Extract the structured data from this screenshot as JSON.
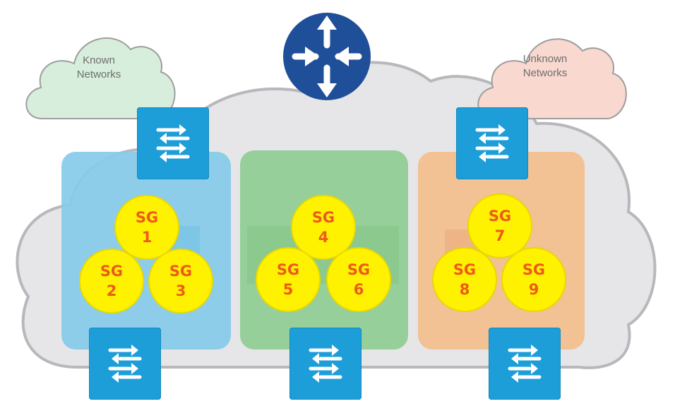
{
  "clouds": {
    "known": {
      "line1": "Known",
      "line2": "Networks",
      "color": "#d6eedb"
    },
    "unknown": {
      "line1": "Unknown",
      "line2": "Networks",
      "color": "#f8d8cf"
    },
    "main_color": "#e6e6e8"
  },
  "router": {
    "icon": "router-icon",
    "color": "#1f4f98"
  },
  "zones": [
    {
      "name": "blue-zone",
      "color": "#86cbe9"
    },
    {
      "name": "green-zone",
      "color": "#8fcd92"
    },
    {
      "name": "orange-zone",
      "color": "#f3be8c"
    }
  ],
  "security_groups": [
    {
      "label": "SG",
      "number": "1"
    },
    {
      "label": "SG",
      "number": "2"
    },
    {
      "label": "SG",
      "number": "3"
    },
    {
      "label": "SG",
      "number": "4"
    },
    {
      "label": "SG",
      "number": "5"
    },
    {
      "label": "SG",
      "number": "6"
    },
    {
      "label": "SG",
      "number": "7"
    },
    {
      "label": "SG",
      "number": "8"
    },
    {
      "label": "SG",
      "number": "9"
    }
  ],
  "switches": {
    "icon": "switch-icon",
    "color": "#1d9ed9",
    "count": 5
  }
}
